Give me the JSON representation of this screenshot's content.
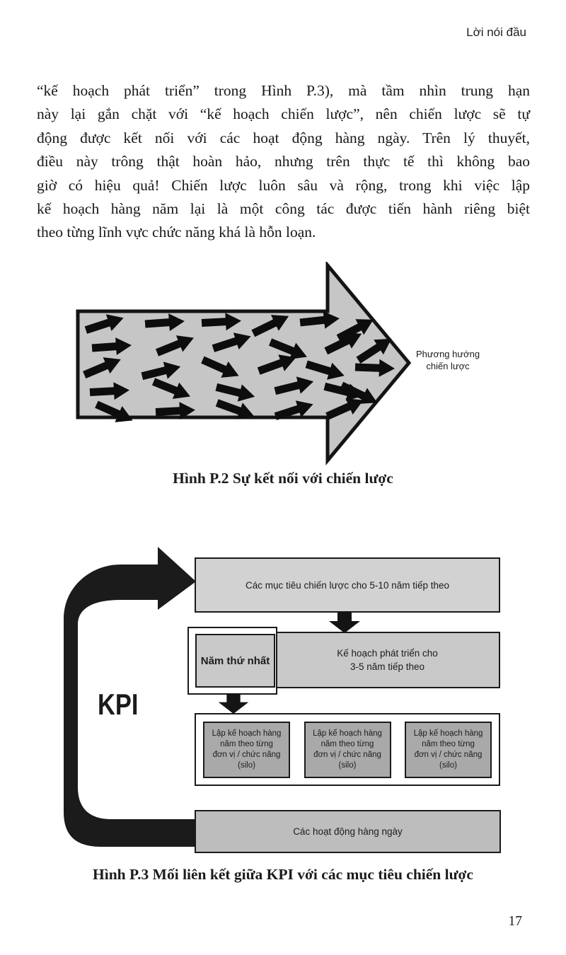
{
  "page": {
    "header": "Lời nói đầu",
    "page_number": "17"
  },
  "paragraph": {
    "lines": [
      "“kế hoạch phát triển” trong Hình P.3), mà tầm nhìn trung hạn",
      "này lại gắn chặt với “kế hoạch chiến lược”, nên chiến lược sẽ tự",
      "động được kết nối với các hoạt động hàng ngày. Trên lý thuyết,",
      "điều này trông thật hoàn hảo, nhưng trên thực tế thì không bao",
      "giờ có hiệu quả! Chiến lược luôn sâu và rộng, trong khi việc lập",
      "kế hoạch hàng năm lại là một công tác được tiến hành riêng biệt",
      "theo từng lĩnh vực chức năng khá là hỗn loạn."
    ]
  },
  "figure_p2": {
    "caption": "Hình P.2 Sự kết nối với chiến lược",
    "label_line1": "Phương hướng",
    "label_line2": "chiến lược",
    "colors": {
      "arrow_fill": "#c6c6c6",
      "arrow_stroke": "#141414",
      "small_arrow": "#0d0d0d"
    },
    "small_arrows": [
      [
        48,
        88,
        -18
      ],
      [
        133,
        86,
        -4
      ],
      [
        213,
        85,
        -3
      ],
      [
        283,
        89,
        -26
      ],
      [
        352,
        83,
        -6
      ],
      [
        403,
        95,
        -28
      ],
      [
        58,
        120,
        -4
      ],
      [
        148,
        118,
        -22
      ],
      [
        228,
        114,
        -18
      ],
      [
        308,
        124,
        22
      ],
      [
        386,
        114,
        -26
      ],
      [
        430,
        124,
        -33
      ],
      [
        45,
        149,
        -23
      ],
      [
        128,
        155,
        -14
      ],
      [
        212,
        150,
        24
      ],
      [
        292,
        145,
        -20
      ],
      [
        360,
        153,
        17
      ],
      [
        430,
        150,
        2
      ],
      [
        55,
        183,
        -3
      ],
      [
        143,
        180,
        22
      ],
      [
        233,
        184,
        14
      ],
      [
        316,
        176,
        -14
      ],
      [
        386,
        183,
        14
      ],
      [
        408,
        187,
        26
      ],
      [
        62,
        213,
        24
      ],
      [
        148,
        211,
        -3
      ],
      [
        233,
        209,
        20
      ],
      [
        316,
        210,
        -18
      ],
      [
        388,
        207,
        -24
      ]
    ]
  },
  "figure_p3": {
    "caption": "Hình P.3 Mối liên kết giữa KPI với các mục tiêu chiến lược",
    "kpi_label": "KPI",
    "boxes": {
      "strategic": "Các mục tiêu chiến lược cho 5-10 năm tiếp theo",
      "first_year": "Năm thứ nhất",
      "development_line1": "Kế hoạch phát triển cho",
      "development_line2": "3-5 năm tiếp theo",
      "silo_lines": [
        "Lập kế hoạch hàng",
        "năm theo từng",
        "đơn vị / chức năng",
        "(silo)"
      ],
      "daily": "Các hoạt động hàng ngày"
    },
    "colors": {
      "strategic_bg": "#d2d2d2",
      "development_bg": "#c9c9c9",
      "silo_bg": "#a9a9a9",
      "daily_bg": "#bdbdbd",
      "loop_arrow": "#1b1b1b",
      "down_arrow": "#141414"
    }
  }
}
